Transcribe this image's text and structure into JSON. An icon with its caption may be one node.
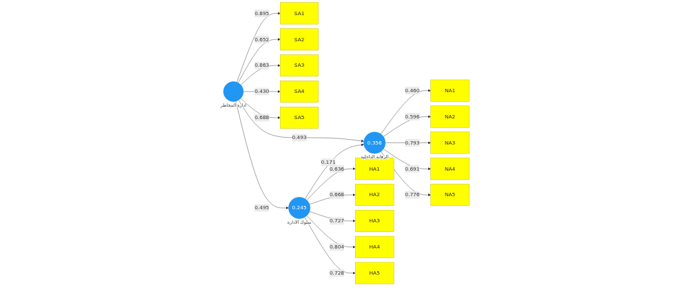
{
  "diagram": {
    "nodes": [
      {
        "text": [
          "SA1"
        ]
      },
      {
        "text": [
          "SA2"
        ]
      },
      {
        "text": [
          "SA3"
        ]
      },
      {
        "text": [
          "SA4"
        ]
      },
      {
        "text": [
          "SA5"
        ]
      },
      {
        "text": [],
        "shape": "circle",
        "beside": [
          "ادارة المخاطر"
        ]
      },
      {
        "text": [
          "0.356"
        ],
        "beside": [
          "الرقابة الداخلية"
        ]
      },
      {
        "text": [
          "NA1"
        ]
      },
      {
        "text": [
          "NA2"
        ]
      },
      {
        "text": [
          "NA3"
        ]
      },
      {
        "text": [
          "NA4"
        ]
      },
      {
        "text": [
          "NA5"
        ]
      },
      {
        "text": [
          "0.245"
        ],
        "beside": [
          "سلوك الادارة"
        ]
      },
      {
        "text": [
          "HA1"
        ]
      },
      {
        "text": [
          "HA2"
        ]
      },
      {
        "text": [
          "HA3"
        ]
      },
      {
        "text": [
          "HA4"
        ]
      },
      {
        "text": [
          "HA5"
        ]
      }
    ],
    "edges": [
      {
        "from": 5,
        "to": 0,
        "arrow": "to",
        "label": "0.895"
      },
      {
        "from": 5,
        "to": 1,
        "arrow": "to",
        "label": "0.652"
      },
      {
        "from": 5,
        "to": 2,
        "arrow": "to",
        "label": "0.863"
      },
      {
        "from": 5,
        "to": 3,
        "arrow": "to",
        "label": "0.430"
      },
      {
        "from": 5,
        "to": 4,
        "arrow": "to",
        "label": "0.688"
      },
      {
        "from": 5,
        "to": 6,
        "arrow": "to",
        "label": "0.493"
      },
      {
        "from": 5,
        "to": 12,
        "arrow": "to",
        "label": "0.495"
      },
      {
        "from": 12,
        "to": 6,
        "arrow": "to",
        "label": "0.171"
      },
      {
        "from": 6,
        "to": 7,
        "arrow": "to",
        "label": "0.460"
      },
      {
        "from": 6,
        "to": 8,
        "arrow": "to",
        "label": "0.596"
      },
      {
        "from": 6,
        "to": 9,
        "arrow": "to",
        "label": "0.793"
      },
      {
        "from": 6,
        "to": 10,
        "arrow": "to",
        "label": "0.691"
      },
      {
        "from": 6,
        "to": 11,
        "arrow": "to",
        "label": "0.776"
      },
      {
        "from": 12,
        "to": 13,
        "arrow": "to",
        "label": "0.636"
      },
      {
        "from": 12,
        "to": 14,
        "arrow": "to",
        "label": "0.668"
      },
      {
        "from": 12,
        "to": 15,
        "arrow": "to",
        "label": "0.727"
      },
      {
        "from": 12,
        "to": 16,
        "arrow": "to",
        "label": "0.804"
      },
      {
        "from": 12,
        "to": 17,
        "arrow": "to",
        "label": "0.728"
      }
    ]
  }
}
